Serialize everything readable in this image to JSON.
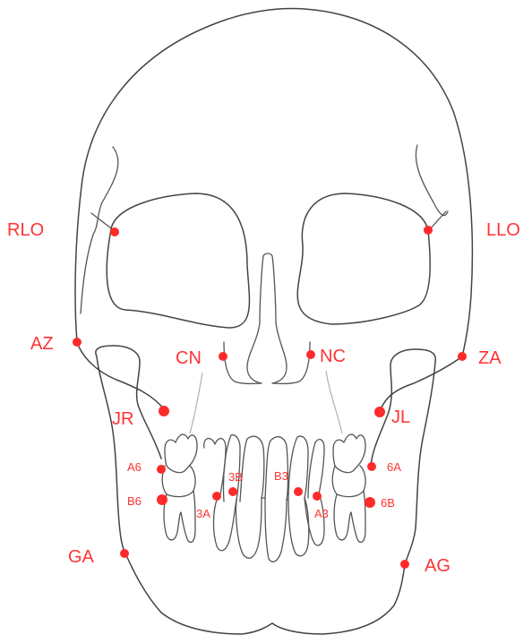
{
  "diagram": {
    "subject": "skull-frontal-view",
    "label_color": "#ff3333",
    "dot_color": "#ff2a2a",
    "line_color": "#444444",
    "landmarks": {
      "rlo": "RLO",
      "llo": "LLO",
      "az": "AZ",
      "za": "ZA",
      "cn": "CN",
      "nc": "NC",
      "jr": "JR",
      "jl": "JL",
      "a6": "A6",
      "b6": "B6",
      "six_a": "6A",
      "six_b": "6B",
      "three_a": "3A",
      "three_b": "3B",
      "a3": "A3",
      "b3": "B3",
      "ga": "GA",
      "ag": "AG"
    }
  }
}
